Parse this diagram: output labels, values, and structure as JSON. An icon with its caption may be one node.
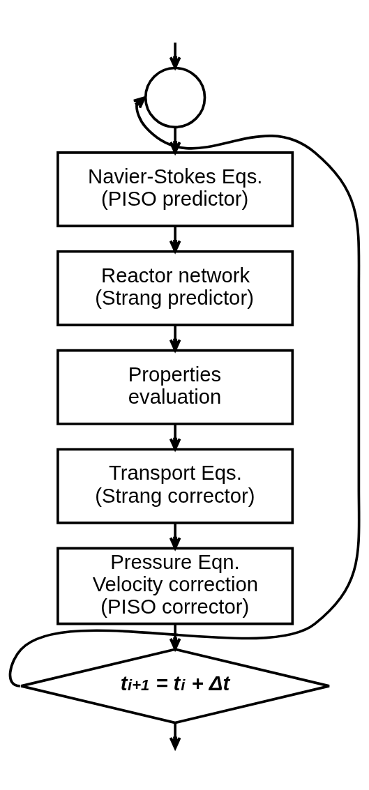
{
  "diagram": {
    "nodes": [
      {
        "text": [],
        "shape": "circle"
      },
      {
        "text": [
          "Navier-Stokes Eqs. (PISO predictor)"
        ]
      },
      {
        "text": [
          "Reactor network (Strang predictor)"
        ]
      },
      {
        "text": [
          "Properties evaluation"
        ]
      },
      {
        "text": [
          "Transport Eqs. (Strang corrector)"
        ]
      },
      {
        "text": [
          "Pressure Eqn. Velocity correction (PISO corrector)"
        ]
      },
      {
        "text": [
          "t$_{i+1}$ = t$_{i}$ + Δt"
        ]
      }
    ],
    "edges": [
      {
        "from": null,
        "to": 0,
        "arrow": "to"
      },
      {
        "from": 0,
        "to": 1,
        "arrow": "to"
      },
      {
        "from": 1,
        "to": 2,
        "arrow": "to"
      },
      {
        "from": 2,
        "to": 3,
        "arrow": "to"
      },
      {
        "from": 3,
        "to": 4,
        "arrow": "to"
      },
      {
        "from": 4,
        "to": 5,
        "arrow": "to"
      },
      {
        "from": 5,
        "to": 6,
        "arrow": "to"
      },
      {
        "from": 6,
        "to": 0,
        "arrow": "to"
      },
      {
        "from": 6,
        "to": null,
        "arrow": "to"
      }
    ]
  }
}
